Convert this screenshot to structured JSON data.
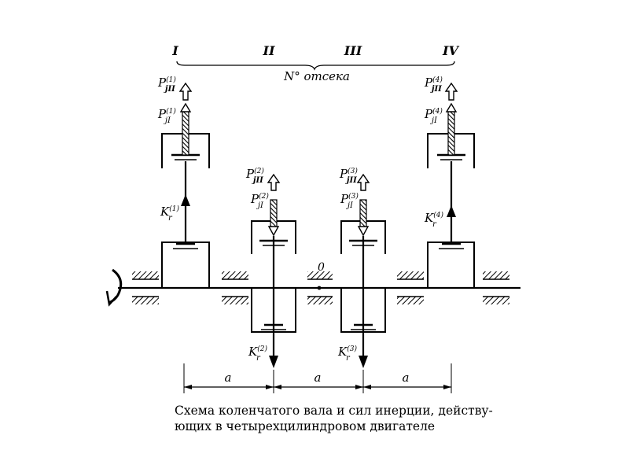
{
  "header": {
    "compartments": [
      "I",
      "II",
      "III",
      "IV"
    ],
    "brace_label": "N° отсека"
  },
  "origin_label": "0",
  "spacing_label": "a",
  "cylinders": [
    {
      "index": 1,
      "pj2_base": "P",
      "pj2_sub": "jII",
      "pj2_sup": "(1)",
      "pj1_base": "P",
      "pj1_sub": "jI",
      "pj1_sup": "(1)",
      "k_base": "K",
      "k_sub": "r",
      "k_sup": "(1)"
    },
    {
      "index": 2,
      "pj2_base": "P",
      "pj2_sub": "jII",
      "pj2_sup": "(2)",
      "pj1_base": "P",
      "pj1_sub": "jI",
      "pj1_sup": "(2)",
      "k_base": "K",
      "k_sub": "r",
      "k_sup": "(2)"
    },
    {
      "index": 3,
      "pj2_base": "P",
      "pj2_sub": "jII",
      "pj2_sup": "(3)",
      "pj1_base": "P",
      "pj1_sub": "jI",
      "pj1_sup": "(3)",
      "k_base": "K",
      "k_sub": "r",
      "k_sup": "(3)"
    },
    {
      "index": 4,
      "pj2_base": "P",
      "pj2_sub": "jII",
      "pj2_sup": "(4)",
      "pj1_base": "P",
      "pj1_sub": "jI",
      "pj1_sup": "(4)",
      "k_base": "K",
      "k_sub": "r",
      "k_sup": "(4)"
    }
  ],
  "caption": {
    "line1": "Схема коленчатого вала и сил инерции, действу-",
    "line2": "ющих в четырехцилиндровом двигателе"
  }
}
